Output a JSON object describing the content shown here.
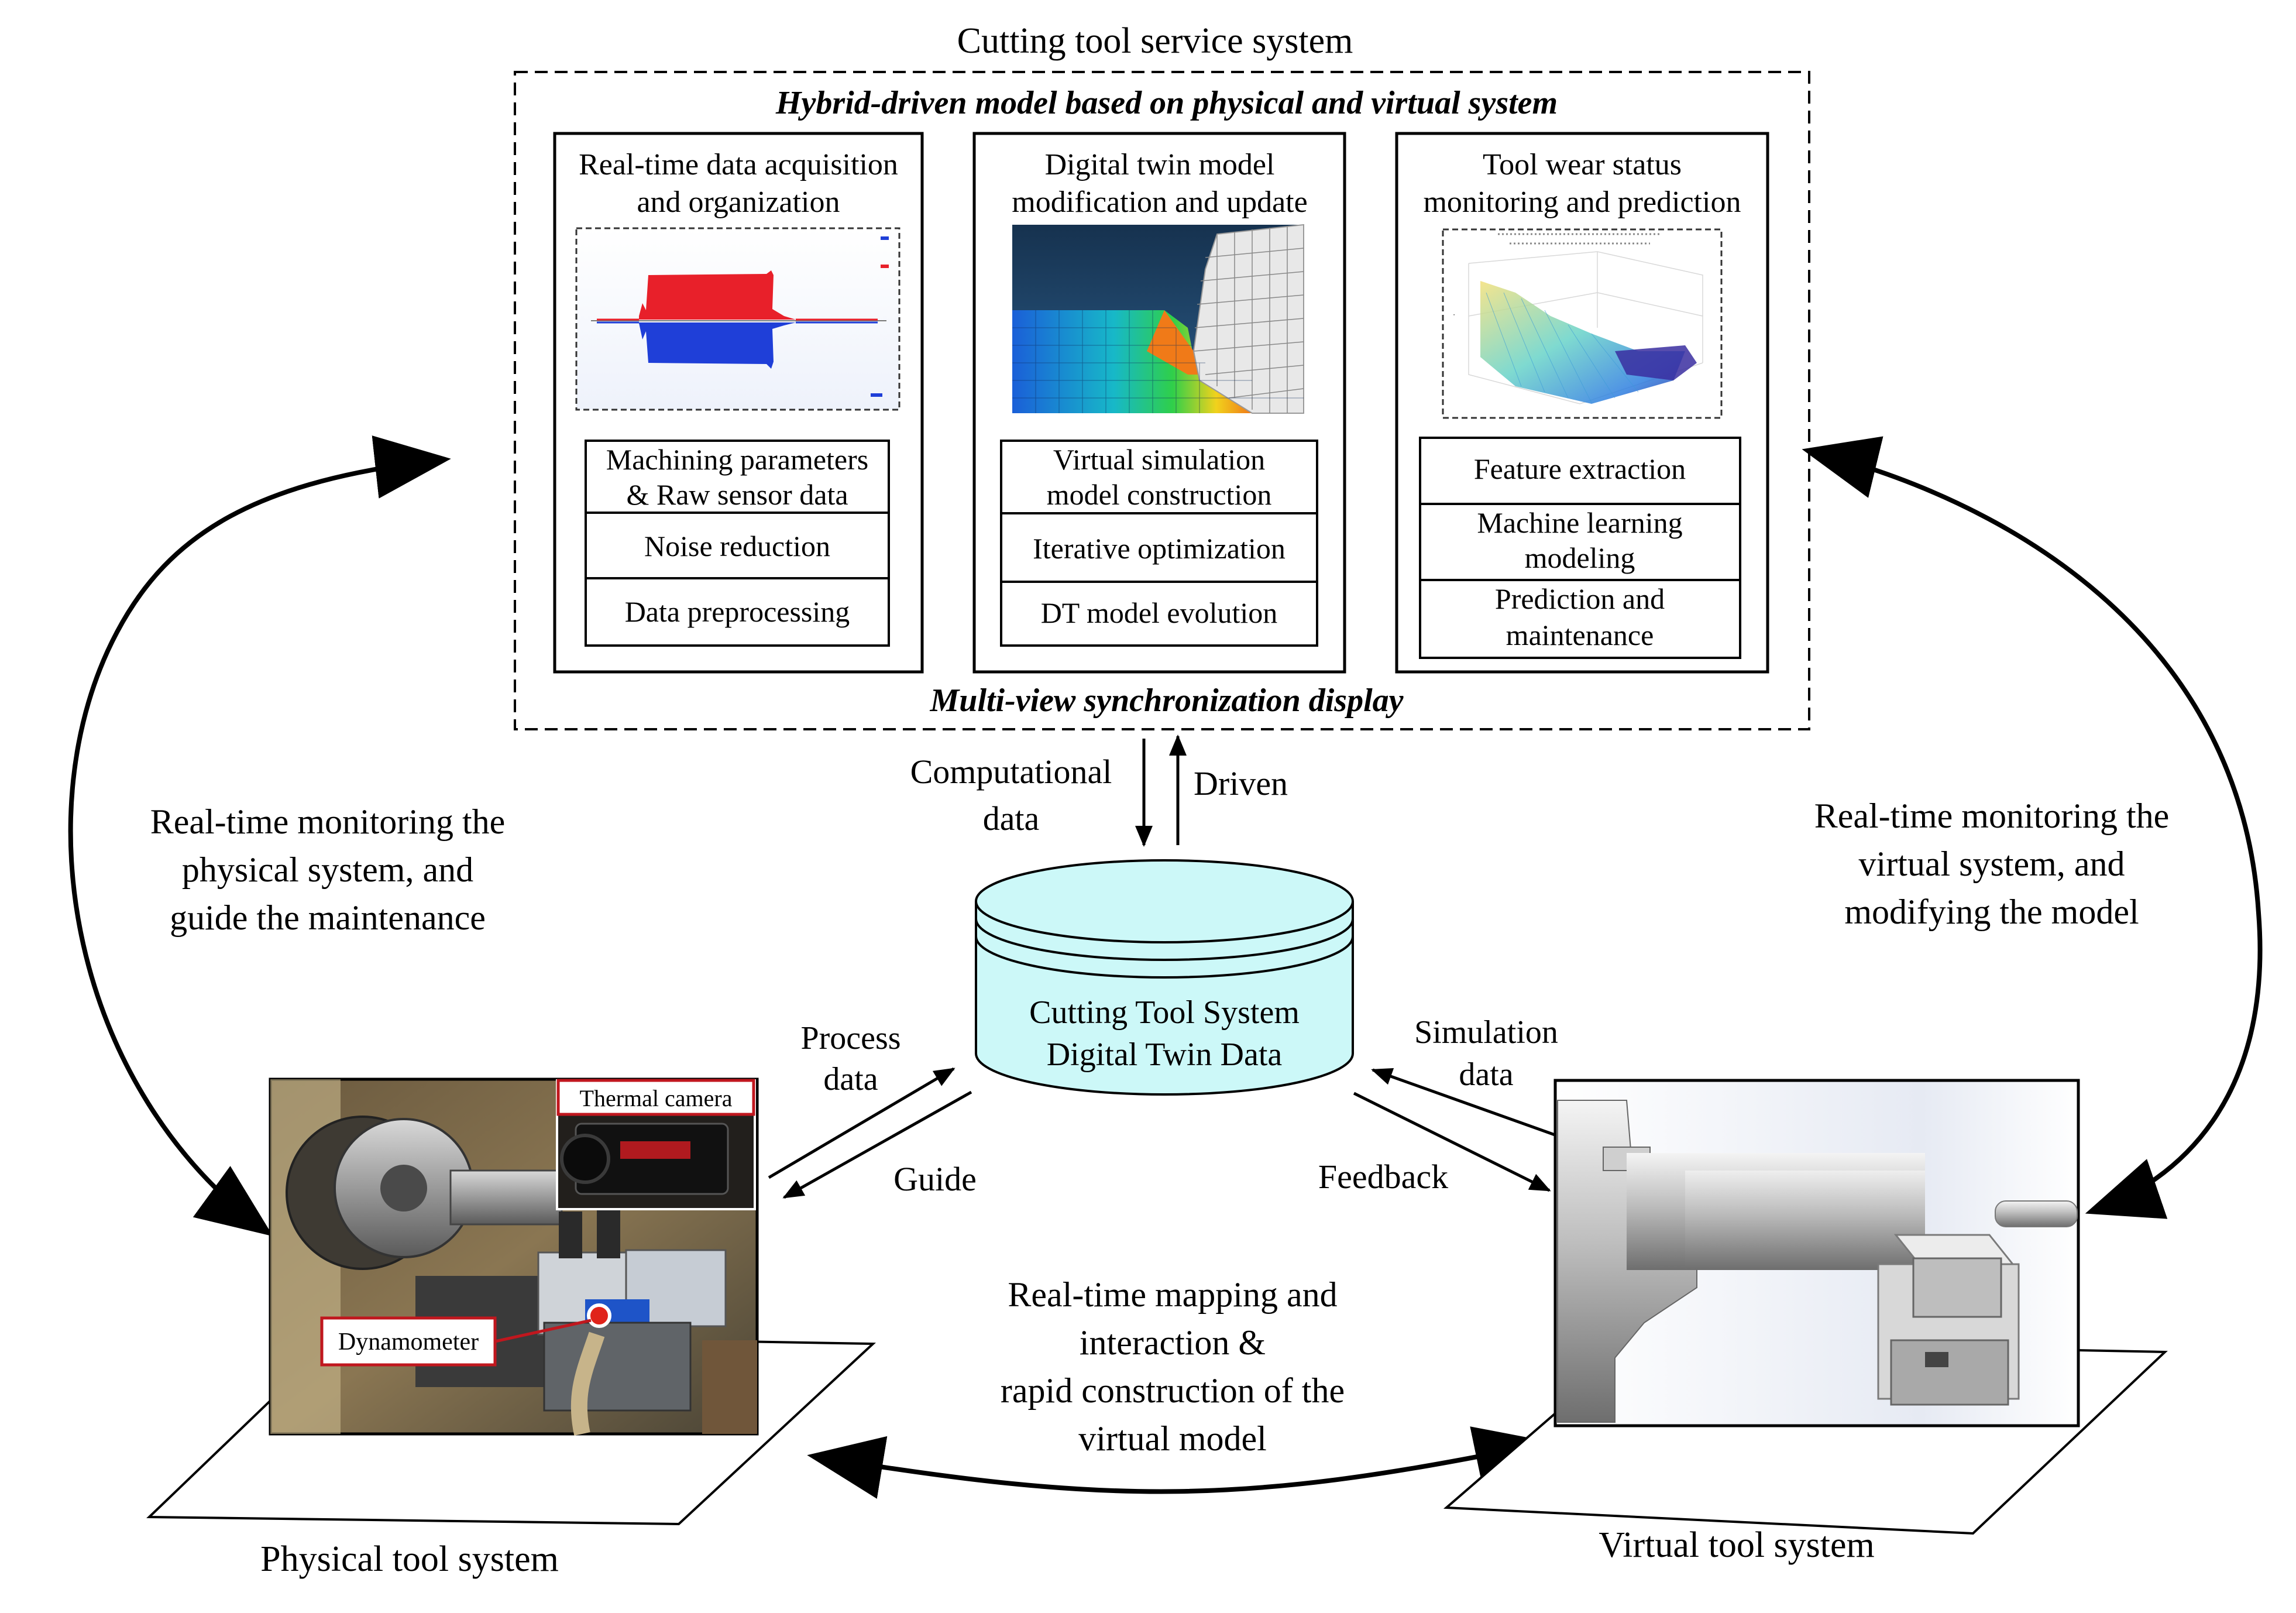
{
  "service_system": {
    "title": "Cutting tool service system",
    "top_banner": "Hybrid-driven model based on physical and virtual system",
    "bottom_banner": "Multi-view synchronization display",
    "modules": [
      {
        "title_lines": [
          "Real-time data acquisition",
          "and organization"
        ],
        "steps": [
          [
            "Machining parameters",
            "& Raw sensor data"
          ],
          [
            "Noise reduction"
          ],
          [
            "Data preprocessing"
          ]
        ]
      },
      {
        "title_lines": [
          "Digital twin model",
          "modification and update"
        ],
        "steps": [
          [
            "Virtual simulation",
            "model construction"
          ],
          [
            "Iterative optimization"
          ],
          [
            "DT model evolution"
          ]
        ]
      },
      {
        "title_lines": [
          "Tool wear status",
          "monitoring and prediction"
        ],
        "steps": [
          [
            "Feature extraction"
          ],
          [
            "Machine learning",
            "modeling"
          ],
          [
            "Prediction and",
            "maintenance"
          ]
        ]
      }
    ]
  },
  "database": {
    "lines": [
      "Cutting Tool System",
      "Digital Twin Data"
    ]
  },
  "flows": {
    "computational_data": [
      "Computational",
      "data"
    ],
    "driven": "Driven",
    "process_data": [
      "Process",
      "data"
    ],
    "guide": "Guide",
    "simulation_data": [
      "Simulation",
      "data"
    ],
    "feedback": "Feedback"
  },
  "side_labels": {
    "left": [
      "Real-time monitoring the",
      "physical system, and",
      "guide the maintenance"
    ],
    "right": [
      "Real-time monitoring the",
      "virtual system, and",
      "modifying the model"
    ],
    "bottom": [
      "Real-time mapping and",
      "interaction &",
      "rapid construction of the",
      "virtual model"
    ]
  },
  "physical": {
    "caption": "Physical tool system",
    "callouts": {
      "thermal_camera": "Thermal camera",
      "dynamometer": "Dynamometer"
    }
  },
  "virtual": {
    "caption": "Virtual tool system"
  },
  "colors": {
    "database_fill": "#ccf8f8",
    "signal_red": "#e8202a",
    "signal_blue": "#1f3fd8",
    "callout_red": "#c0171e"
  }
}
